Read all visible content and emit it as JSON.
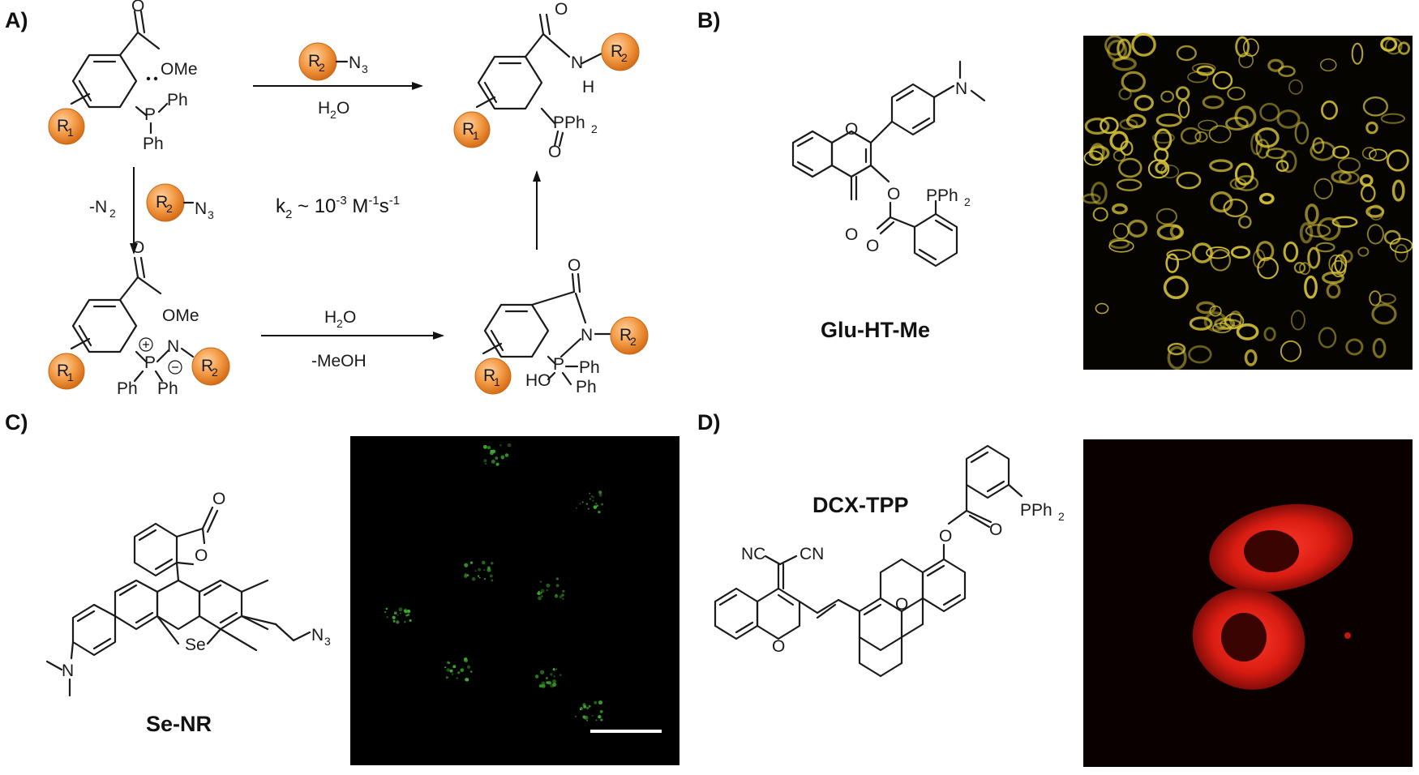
{
  "panels": {
    "a": "A)",
    "b": "B)",
    "c": "C)",
    "d": "D)"
  },
  "scheme": {
    "ome": "OMe",
    "ph": "Ph",
    "p": "P",
    "n": "N",
    "h": "H",
    "o": "O",
    "ho": "HO",
    "pph2": "PPh",
    "pph2_sub": "2",
    "r1": "R",
    "r1_sub": "1",
    "r2": "R",
    "r2_sub": "2",
    "azide": "N",
    "azide_sub": "3",
    "water": "H",
    "water_sub": "2",
    "water_o": "O",
    "neg_n2": "-N",
    "neg_n2_sub": "2",
    "neg_meoh": "-MeOH",
    "rate": "k",
    "rate_sub": "2",
    "rate_approx": " ~ 10",
    "rate_exp": "-3",
    "rate_unit1": " M",
    "rate_unit1_exp": "-1",
    "rate_unit2": "s",
    "rate_unit2_exp": "-1"
  },
  "compounds": {
    "glu": "Glu-HT-Me",
    "se": "Se-NR",
    "dcx": "DCX-TPP"
  },
  "structure_labels": {
    "nme2": "N",
    "se_atom": "Se",
    "nc": "NC",
    "cn": "CN",
    "n3": "N",
    "n3_sub": "3"
  },
  "images": {
    "b_color": "#d8c43a",
    "c_color": "#3fae2e",
    "d_color": "#e02020"
  }
}
